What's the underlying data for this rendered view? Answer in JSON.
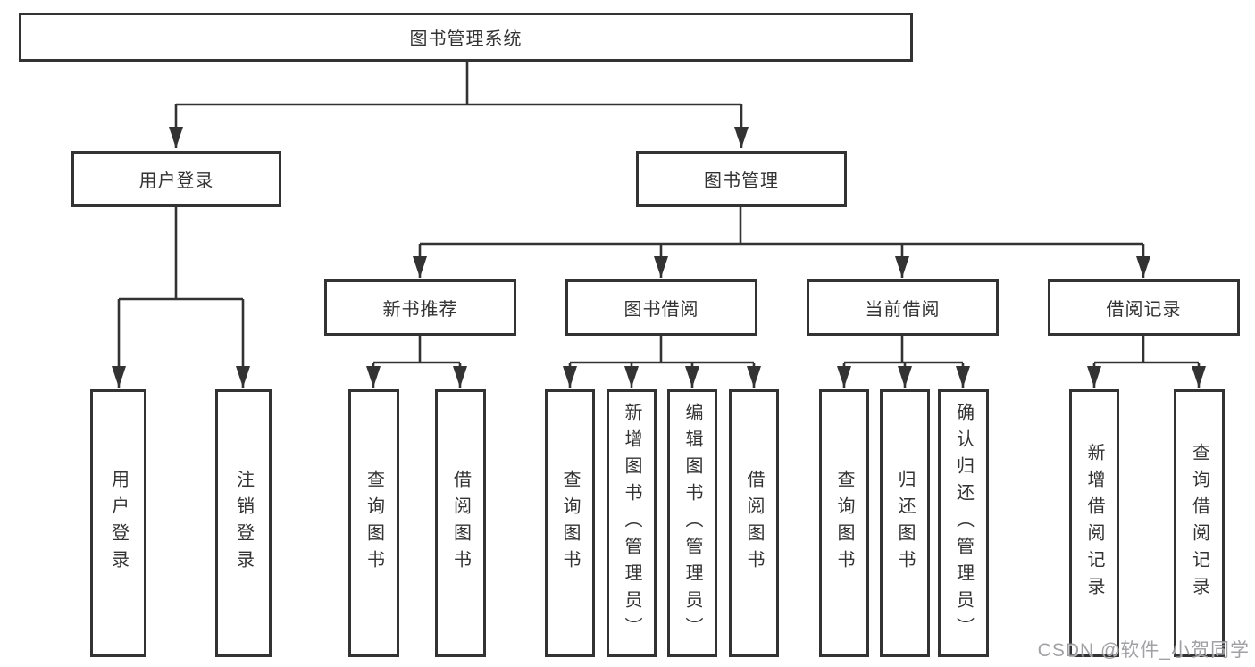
{
  "tree": {
    "root": {
      "label": "图书管理系统"
    },
    "level2": [
      {
        "label": "用户登录"
      },
      {
        "label": "图书管理"
      }
    ],
    "level3": [
      {
        "label": "新书推荐"
      },
      {
        "label": "图书借阅"
      },
      {
        "label": "当前借阅"
      },
      {
        "label": "借阅记录"
      }
    ],
    "leaves": {
      "user_login": [
        "用户登录",
        "注销登录"
      ],
      "new_book": [
        "查询图书",
        "借阅图书"
      ],
      "book_borrow": [
        "查询图书",
        "新增图书（管理员）",
        "编辑图书（管理员）",
        "借阅图书"
      ],
      "current_borrow": [
        "查询图书",
        "归还图书",
        "确认归还（管理员）"
      ],
      "borrow_records": [
        "新增借阅记录",
        "查询借阅记录"
      ]
    }
  },
  "watermark": {
    "text": "CSDN @软件_小贺同学"
  },
  "colors": {
    "line": "#333333",
    "border": "#333333",
    "text": "#333333",
    "background": "#ffffff",
    "watermark": "#949498"
  }
}
